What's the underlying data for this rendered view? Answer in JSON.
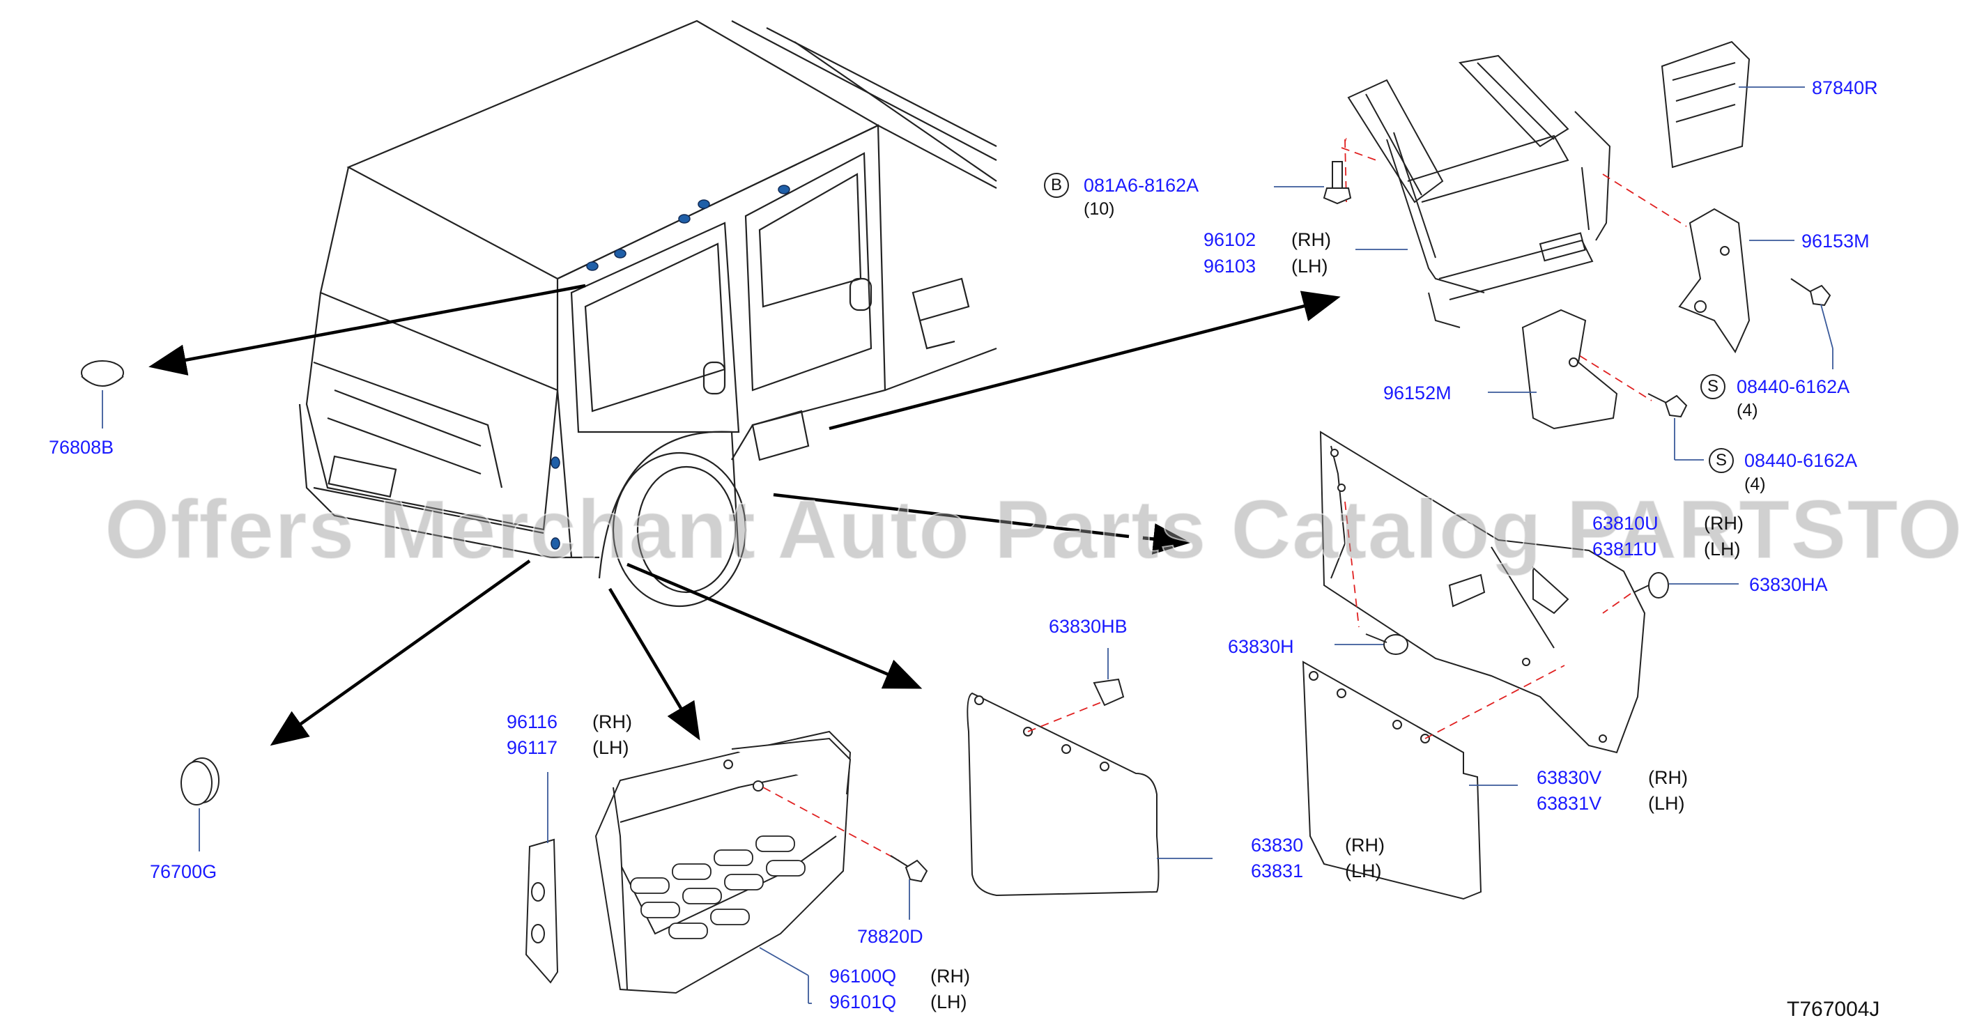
{
  "diagram": {
    "watermark": "Offers Merchant Auto Parts Catalog PARTSTORE.SA",
    "drawing_code": "T767004J",
    "accent_color": "#1a1aff",
    "parts": {
      "p76808b": "76808B",
      "p76700g": "76700G",
      "p96116": "96116",
      "p96117": "96117",
      "p78820d": "78820D",
      "p96100q": "96100Q",
      "p96101q": "96101Q",
      "p63830hb": "63830HB",
      "p63830": "63830",
      "p63831": "63831",
      "p63830h": "63830H",
      "p63830v": "63830V",
      "p63831v": "63831V",
      "p63830ha": "63830HA",
      "p63810u": "63810U",
      "p63811u": "63811U",
      "p081a6": "081A6-8162A",
      "p96102": "96102",
      "p96103": "96103",
      "p96152m": "96152M",
      "p96153m": "96153M",
      "p87840r": "87840R",
      "p08440a": "08440-6162A",
      "p08440b": "08440-6162A"
    },
    "sides": {
      "rh": "(RH)",
      "lh": "(LH)"
    },
    "qty": {
      "q10": "(10)",
      "q4a": "(4)",
      "q4b": "(4)"
    },
    "symbols": {
      "b": "B",
      "s1": "S",
      "s2": "S"
    }
  }
}
